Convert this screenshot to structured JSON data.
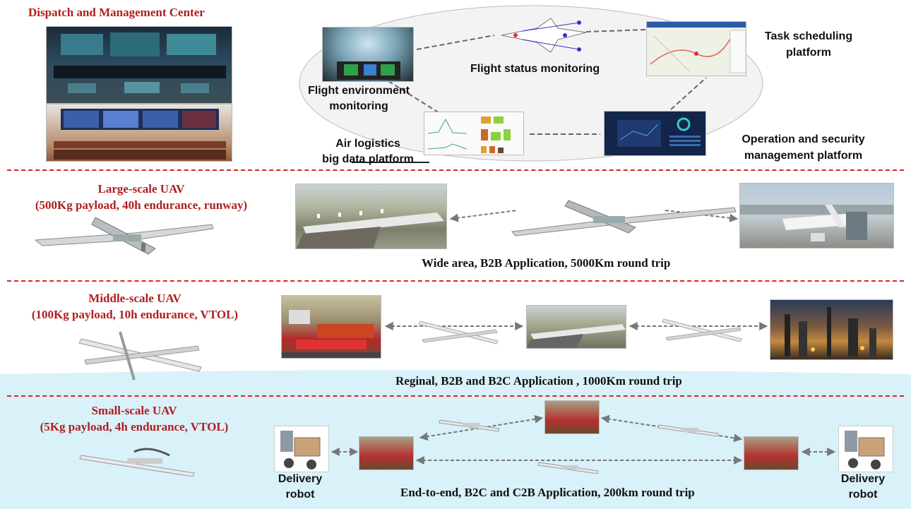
{
  "top": {
    "center_title": "Dispatch and Management Center",
    "platforms": {
      "flight_env": [
        "Flight environment",
        "monitoring"
      ],
      "flight_status": "Flight status monitoring",
      "task_sched": [
        "Task scheduling",
        "platform"
      ],
      "air_logistics": [
        "Air logistics",
        "big data platform"
      ],
      "ops_security": [
        "Operation and security",
        "management platform"
      ]
    }
  },
  "tiers": {
    "large": {
      "title": "Large-scale UAV",
      "spec": "(500Kg  payload, 40h endurance, runway)",
      "caption": "Wide area, B2B Application,  5000Km round trip"
    },
    "middle": {
      "title": "Middle-scale UAV",
      "spec": "(100Kg  payload, 10h endurance, VTOL)",
      "caption": "Reginal, B2B and B2C Application  , 1000Km round trip"
    },
    "small": {
      "title": "Small-scale UAV",
      "spec": "(5Kg  payload, 4h endurance, VTOL)",
      "caption": "End-to-end, B2C and C2B Application,  200km  round trip",
      "robot_left": [
        "Delivery",
        "robot"
      ],
      "robot_right": [
        "Delivery",
        "robot"
      ]
    }
  },
  "colors": {
    "title_red": "#b01e1e",
    "divider_red": "#dd2222",
    "small_tier_bg": "#d7f0f8"
  }
}
